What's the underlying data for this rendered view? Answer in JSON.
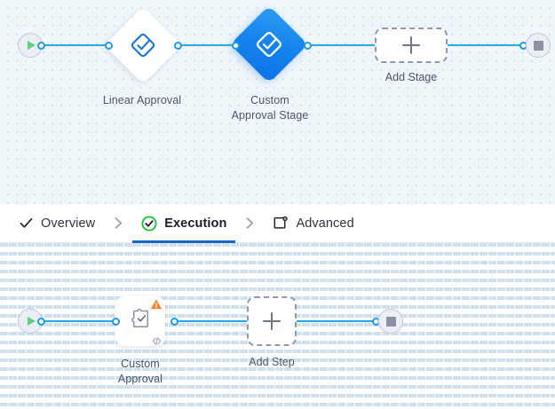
{
  "stage_canvas": {
    "name": "stage-flow-canvas",
    "start_node": {
      "icon": "play-icon",
      "title": "Start"
    },
    "end_node": {
      "icon": "stop-icon",
      "title": "End"
    },
    "nodes": [
      {
        "id": "linear-approval",
        "label": "Linear Approval",
        "icon": "approval-diamond-icon",
        "selected": false
      },
      {
        "id": "custom-approval-stage",
        "label": "Custom\nApproval Stage",
        "icon": "approval-diamond-icon",
        "selected": true
      }
    ],
    "add_placeholder": {
      "label": "Add Stage",
      "icon": "plus-icon"
    }
  },
  "tabs": {
    "items": [
      {
        "id": "overview",
        "label": "Overview",
        "icon": "check-icon",
        "active": false
      },
      {
        "id": "execution",
        "label": "Execution",
        "icon": "check-circle-icon",
        "active": true
      },
      {
        "id": "advanced",
        "label": "Advanced",
        "icon": "box-gear-icon",
        "active": false
      }
    ],
    "separator_icon": "chevron-right-icon"
  },
  "step_canvas": {
    "name": "step-flow-canvas",
    "start_node": {
      "icon": "play-icon",
      "title": "Start"
    },
    "end_node": {
      "icon": "stop-icon",
      "title": "End"
    },
    "nodes": [
      {
        "id": "custom-approval",
        "label": "Custom\nApproval",
        "icon": "puzzle-check-icon",
        "badge": "warning-icon",
        "corner_icon": "code-icon"
      }
    ],
    "add_placeholder": {
      "label": "Add Step",
      "icon": "plus-icon"
    }
  },
  "colors": {
    "edge": "#29a8e0",
    "selected_node": "#1684ec",
    "active_tab_underline": "#1668c4",
    "success": "#17c13e",
    "warning": "#f5822a",
    "start": "#5fcf7a",
    "stop": "#8d90a3"
  }
}
